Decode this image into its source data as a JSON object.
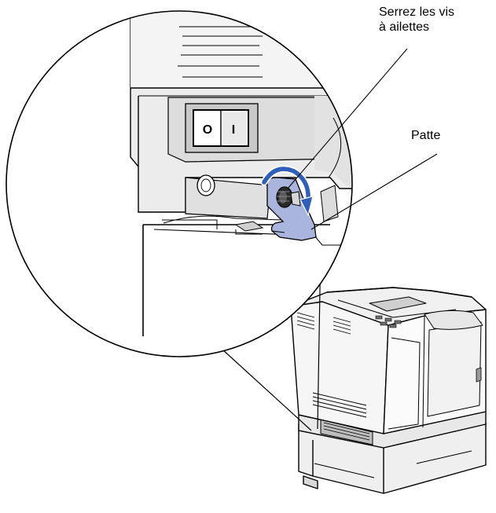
{
  "callouts": {
    "thumbscrews": {
      "line1": "Serrez les vis",
      "line2": "à ailettes"
    },
    "tab": {
      "label": "Patte"
    }
  },
  "colors": {
    "line": "#000000",
    "background": "#ffffff",
    "bracket_fill": "#a9b5dc",
    "arrow_blue": "#2f5fb8",
    "panel_gray": "#e4e4e4",
    "dark_gray": "#7a7a7a"
  },
  "switch_symbols": {
    "off": "O",
    "on": "I"
  }
}
